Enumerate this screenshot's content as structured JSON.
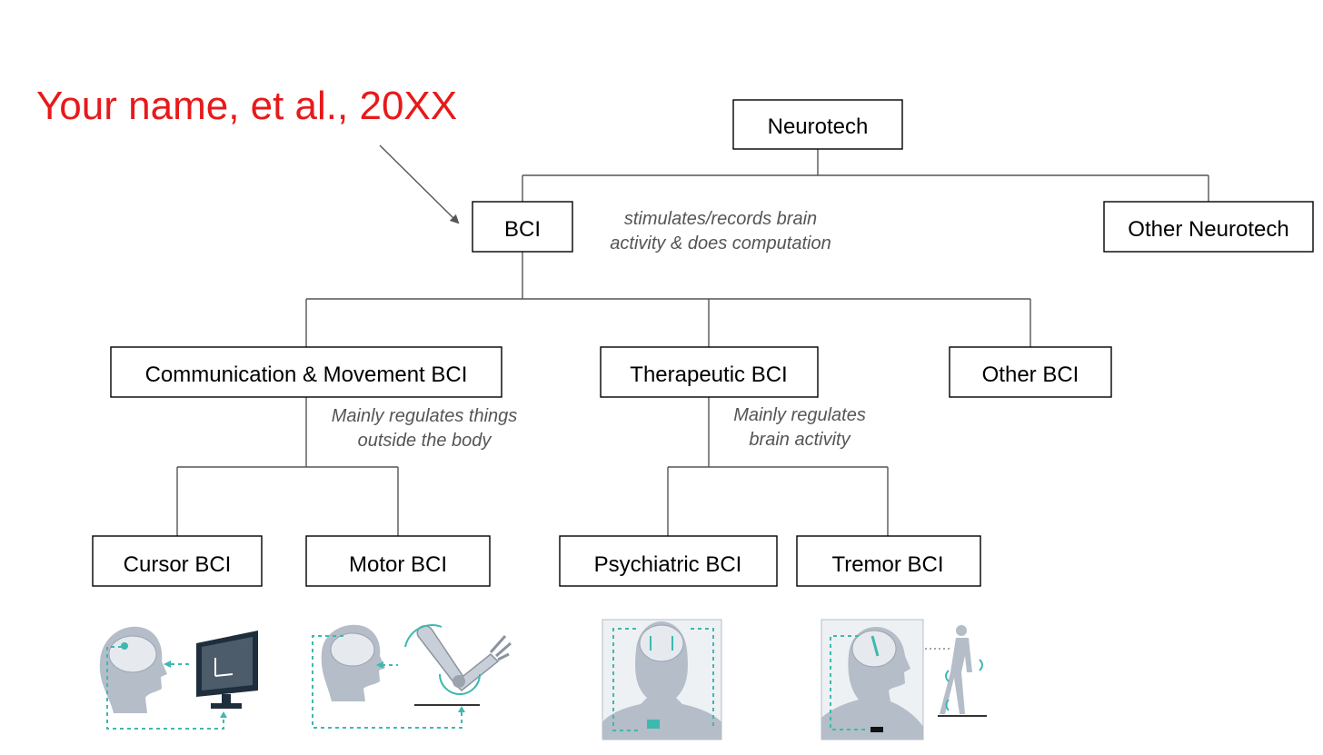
{
  "citation": {
    "text": "Your name, et al., 20XX",
    "color": "#e8191a"
  },
  "nodes": {
    "neurotech": "Neurotech",
    "bci": "BCI",
    "other_neurotech": "Other Neurotech",
    "comm_movement": "Communication & Movement BCI",
    "therapeutic": "Therapeutic  BCI",
    "other_bci": "Other  BCI",
    "cursor": "Cursor  BCI",
    "motor": "Motor  BCI",
    "psychiatric": "Psychiatric  BCI",
    "tremor": "Tremor  BCI"
  },
  "notes": {
    "bci_line1": "stimulates/records brain",
    "bci_line2": "activity & does computation",
    "comm_line1": "Mainly regulates things",
    "comm_line2": "outside the body",
    "ther_line1": "Mainly regulates",
    "ther_line2": "brain activity"
  },
  "colors": {
    "accent": "#3fb8b0",
    "edge": "#555555",
    "note": "#555555"
  },
  "icons": [
    "cursor-bci-illustration",
    "motor-bci-illustration",
    "psychiatric-bci-illustration",
    "tremor-bci-illustration"
  ]
}
